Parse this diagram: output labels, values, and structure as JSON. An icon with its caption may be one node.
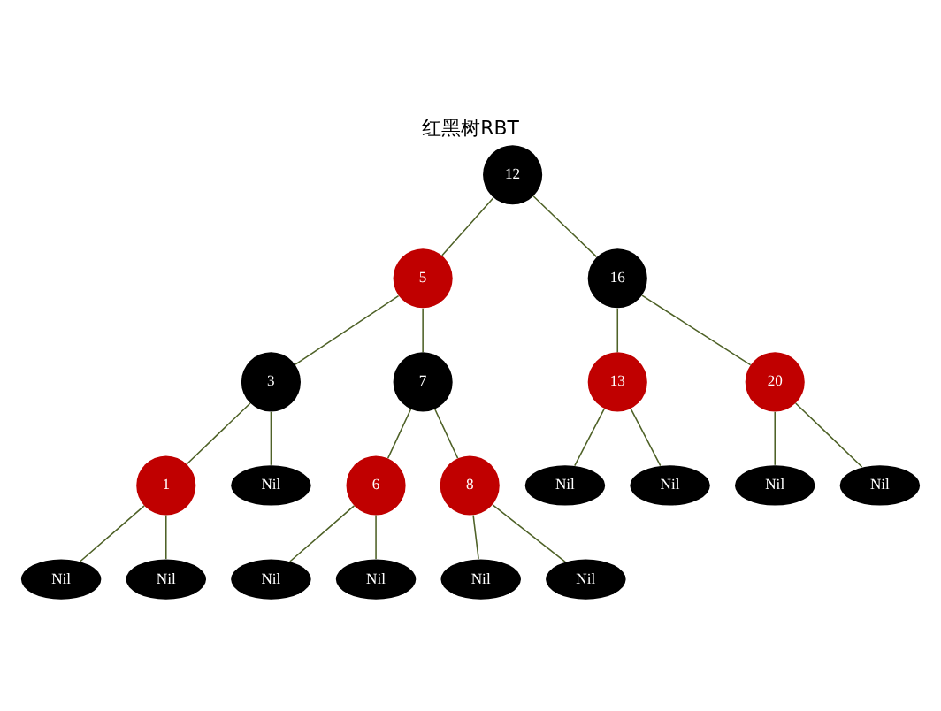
{
  "diagram": {
    "title": "红黑树RBT",
    "nodes": [
      {
        "text": [
          "12"
        ]
      },
      {
        "text": [
          "5"
        ]
      },
      {
        "text": [
          "16"
        ]
      },
      {
        "text": [
          "3"
        ]
      },
      {
        "text": [
          "7"
        ]
      },
      {
        "text": [
          "13"
        ]
      },
      {
        "text": [
          "20"
        ]
      },
      {
        "text": [
          "1"
        ]
      },
      {
        "text": [
          "Nil"
        ]
      },
      {
        "text": [
          "6"
        ]
      },
      {
        "text": [
          "8"
        ]
      },
      {
        "text": [
          "Nil"
        ]
      },
      {
        "text": [
          "Nil"
        ]
      },
      {
        "text": [
          "Nil"
        ]
      },
      {
        "text": [
          "Nil"
        ]
      },
      {
        "text": [
          "Nil"
        ]
      },
      {
        "text": [
          "Nil"
        ]
      },
      {
        "text": [
          "Nil"
        ]
      },
      {
        "text": [
          "Nil"
        ]
      },
      {
        "text": [
          "Nil"
        ]
      },
      {
        "text": [
          "Nil"
        ]
      }
    ],
    "edges": [
      {
        "from": 0,
        "to": 1,
        "arrow": "none"
      },
      {
        "from": 0,
        "to": 2,
        "arrow": "none"
      },
      {
        "from": 1,
        "to": 3,
        "arrow": "none"
      },
      {
        "from": 1,
        "to": 4,
        "arrow": "none"
      },
      {
        "from": 2,
        "to": 5,
        "arrow": "none"
      },
      {
        "from": 2,
        "to": 6,
        "arrow": "none"
      },
      {
        "from": 3,
        "to": 7,
        "arrow": "none"
      },
      {
        "from": 3,
        "to": 8,
        "arrow": "none"
      },
      {
        "from": 4,
        "to": 9,
        "arrow": "none"
      },
      {
        "from": 4,
        "to": 10,
        "arrow": "none"
      },
      {
        "from": 5,
        "to": 11,
        "arrow": "none"
      },
      {
        "from": 5,
        "to": 12,
        "arrow": "none"
      },
      {
        "from": 6,
        "to": 13,
        "arrow": "none"
      },
      {
        "from": 6,
        "to": 14,
        "arrow": "none"
      },
      {
        "from": 7,
        "to": 15,
        "arrow": "none"
      },
      {
        "from": 7,
        "to": 16,
        "arrow": "none"
      },
      {
        "from": 9,
        "to": 17,
        "arrow": "none"
      },
      {
        "from": 9,
        "to": 18,
        "arrow": "none"
      },
      {
        "from": 10,
        "to": 19,
        "arrow": "none"
      },
      {
        "from": 10,
        "to": 20,
        "arrow": "none"
      }
    ]
  }
}
